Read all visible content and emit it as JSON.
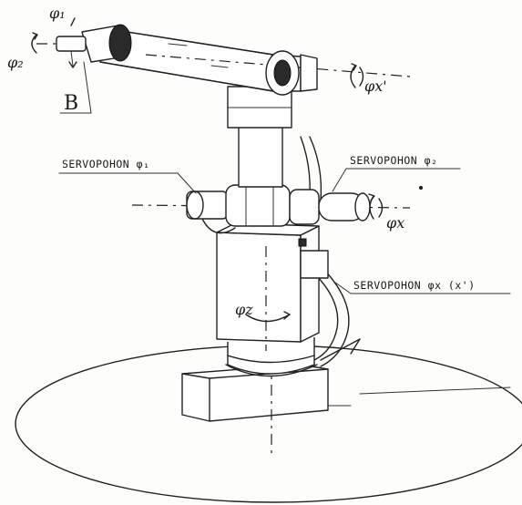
{
  "labels": {
    "servo_phi1": "SERVOPOHON φ₁",
    "servo_phi2": "SERVOPOHON φ₂",
    "servo_phix": "SERVOPOHON φx (x')",
    "point_b": "B",
    "phi1": "φ₁",
    "phi2": "φ₂",
    "phi_x_prime": "φx'",
    "phi_x": "φx",
    "phi_z": "φz"
  }
}
